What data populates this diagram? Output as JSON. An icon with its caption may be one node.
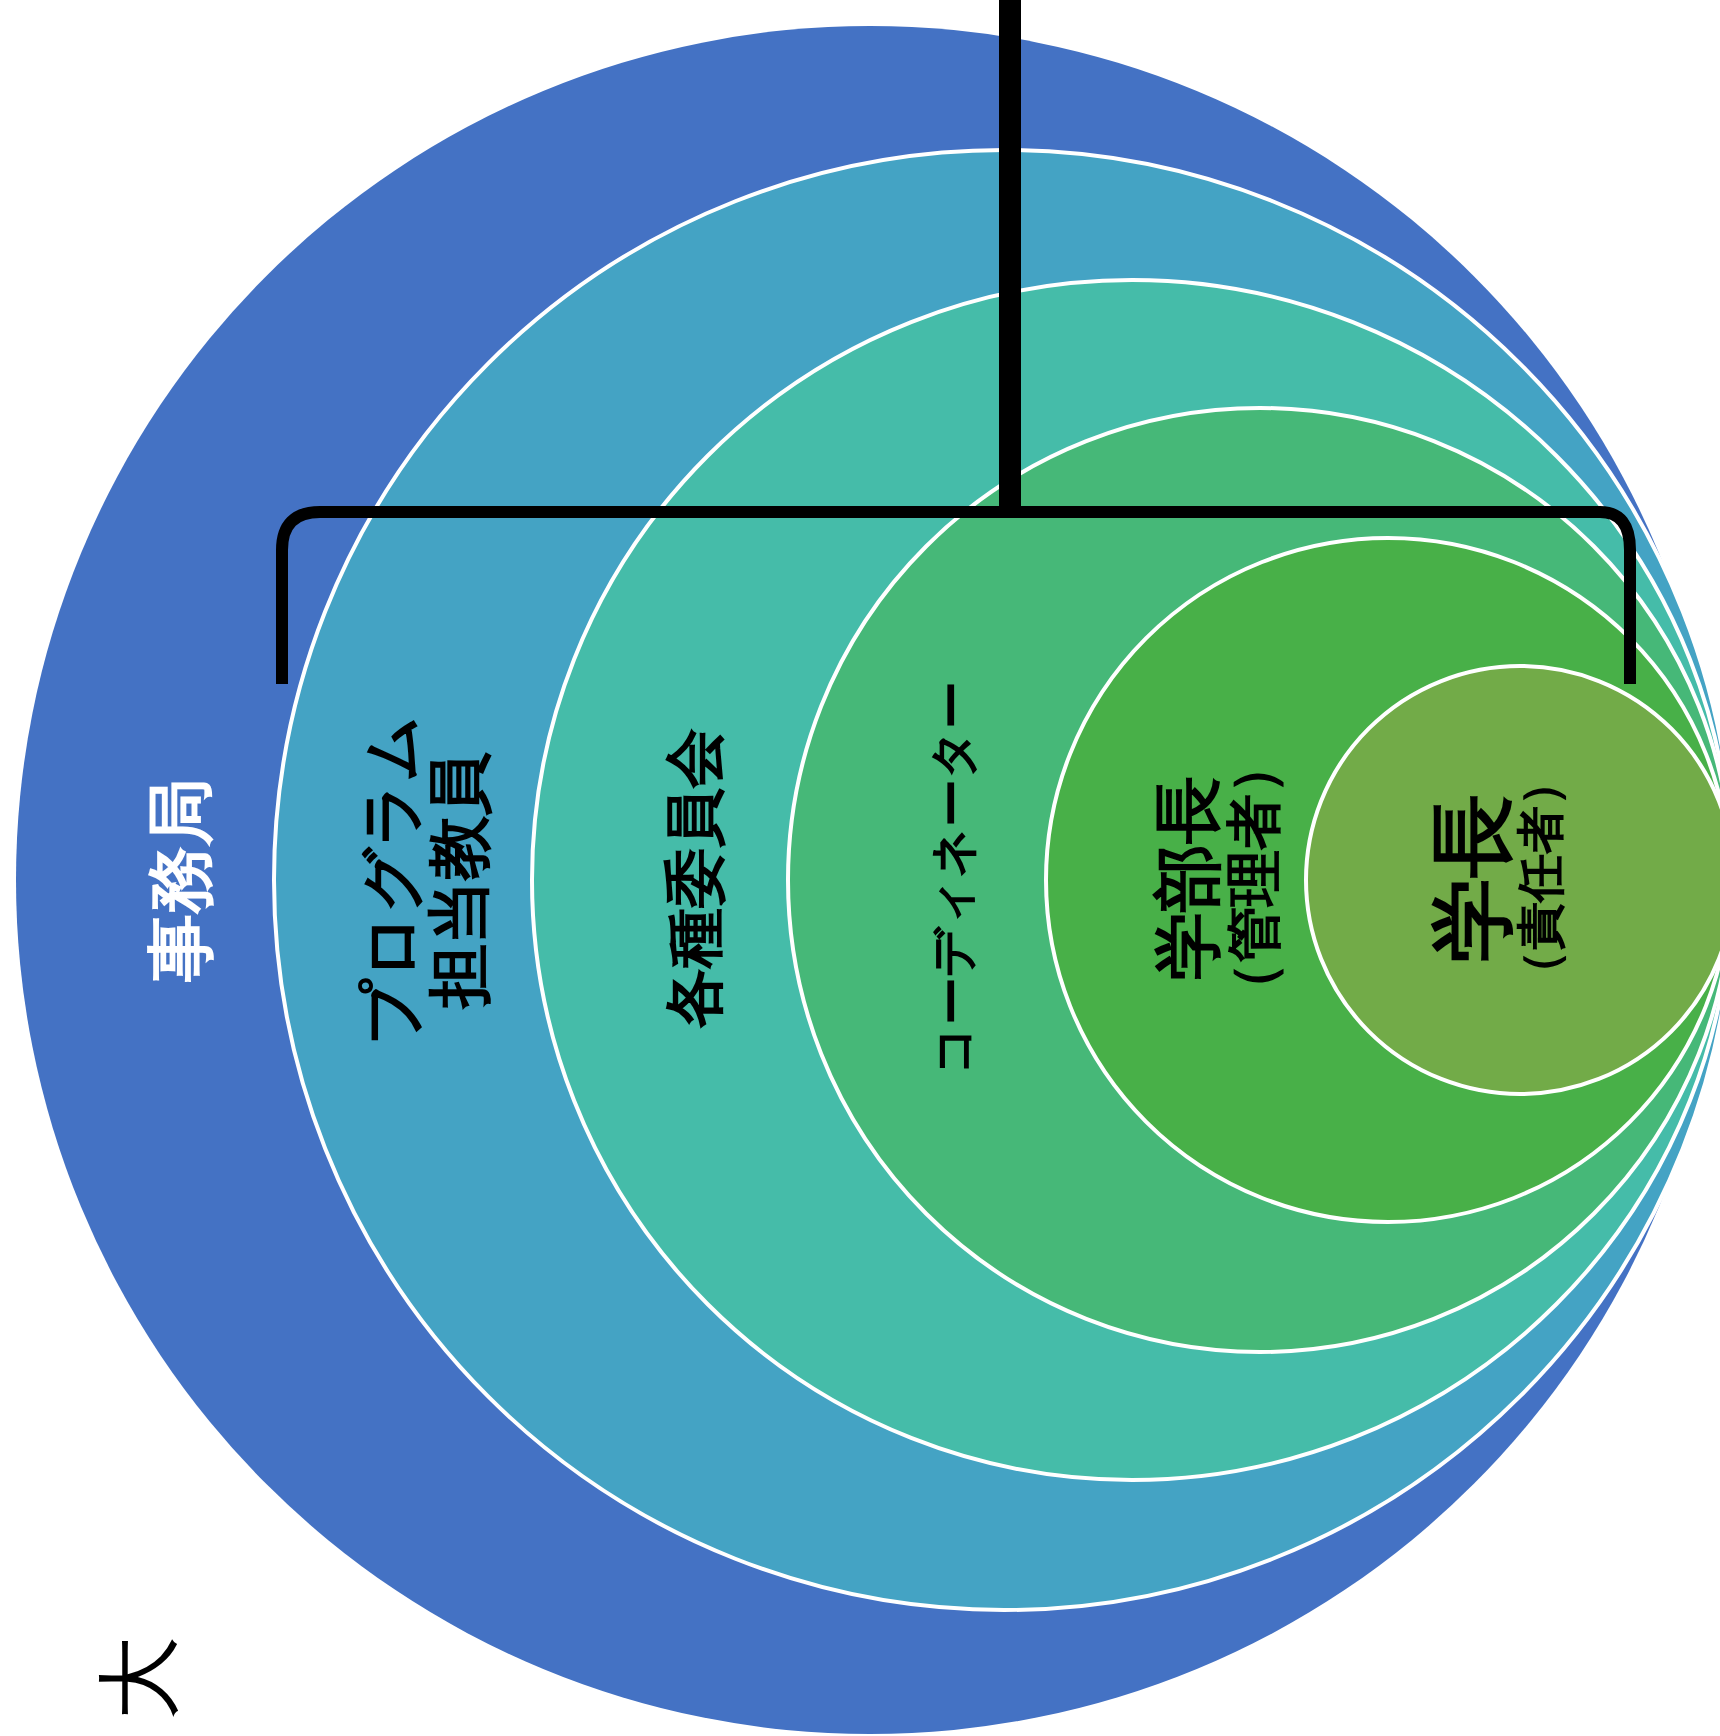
{
  "diagram": {
    "nodes": [
      {
        "text": [
          "事務局"
        ]
      },
      {
        "text": [
          "プログラム担当教員"
        ],
        "in": 0
      },
      {
        "text": [
          "各種委員会"
        ],
        "in": 1
      },
      {
        "text": [
          "コーディネーター"
        ],
        "in": 2
      },
      {
        "text": [
          "学部長",
          "（管理者）"
        ],
        "in": 3
      },
      {
        "text": [
          "学長",
          "（責任者）"
        ],
        "in": 4
      }
    ],
    "edges": [],
    "labels": [
      "大"
    ]
  }
}
